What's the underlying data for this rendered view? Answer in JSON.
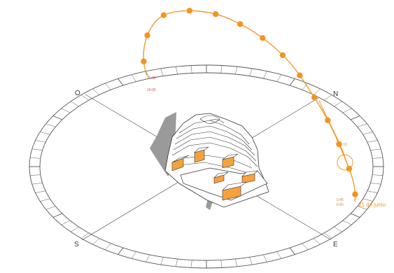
{
  "colors": {
    "path": "#f29a2e",
    "marker": "#f39422",
    "ring": "#555555",
    "building_face": "#f6a23c",
    "shadow": "#9a9a9a",
    "time_sunset": "#c55a55",
    "time_sunrise": "#d38b3a"
  },
  "compass": {
    "north": "N",
    "south": "S",
    "east": "E",
    "west": "O"
  },
  "sun_path": {
    "date_label": "21 de junio",
    "sunset_time_a": "14:48",
    "sunset_time_b": "19:05",
    "noon_time": "9:10",
    "sunrise_time_a": "5:45",
    "sunrise_time_b": "6:45"
  }
}
